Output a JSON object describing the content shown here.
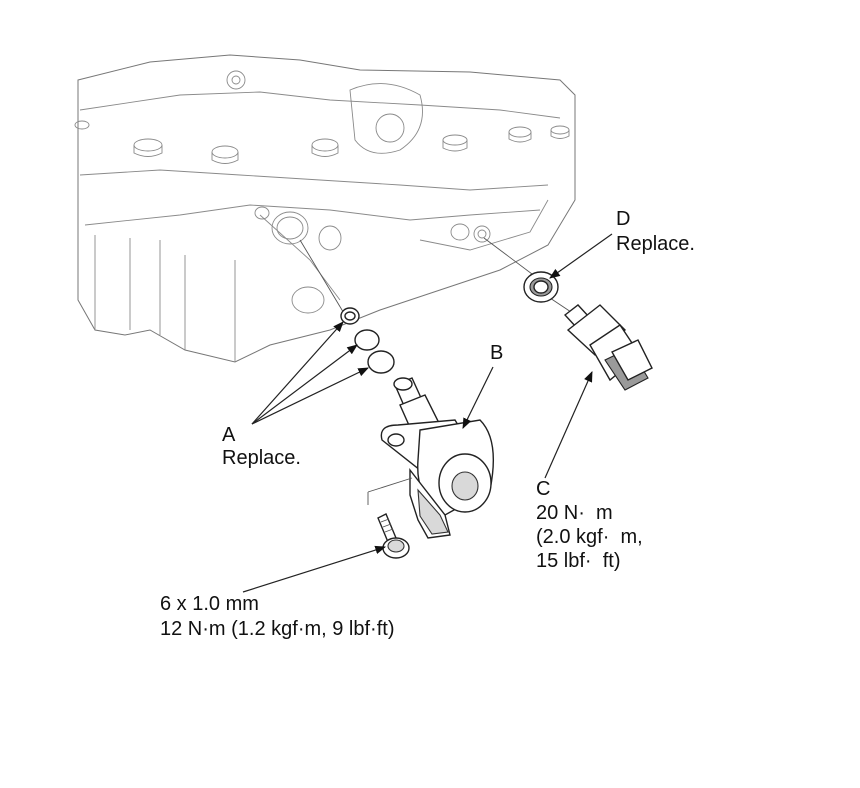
{
  "labels": {
    "a_letter": "A",
    "a_note": "Replace.",
    "b_letter": "B",
    "c_letter": "C",
    "c_torque_1": "20 N·  m",
    "c_torque_2": "(2.0 kgf·  m,",
    "c_torque_3": "15 lbf·  ft)",
    "d_letter": "D",
    "d_note": "Replace.",
    "bolt_size": "6 x 1.0 mm",
    "bolt_torque": "12 N·m (1.2 kgf·m, 9 lbf·ft)"
  }
}
